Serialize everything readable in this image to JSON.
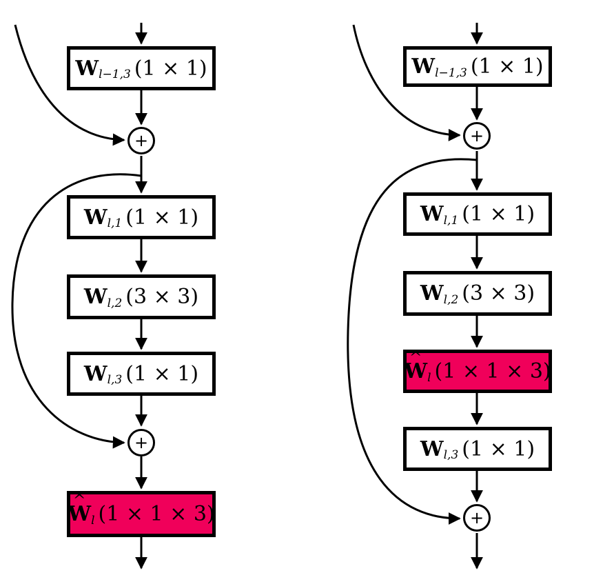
{
  "left_block": {
    "box1": {
      "symbol": "W",
      "subscript": "l−1,3",
      "kernel": "(1 × 1)"
    },
    "sum1": "+",
    "box2": {
      "symbol": "W",
      "subscript": "l,1",
      "kernel": "(1 × 1)"
    },
    "box3": {
      "symbol": "W",
      "subscript": "l,2",
      "kernel": "(3 × 3)"
    },
    "box4": {
      "symbol": "W",
      "subscript": "l,3",
      "kernel": "(1 × 1)"
    },
    "sum2": "+",
    "box5": {
      "symbol": "W",
      "hat": "^",
      "subscript": "l",
      "kernel": "(1 × 1 × 3)"
    }
  },
  "right_block": {
    "box1": {
      "symbol": "W",
      "subscript": "l−1,3",
      "kernel": "(1 × 1)"
    },
    "sum1": "+",
    "box2": {
      "symbol": "W",
      "subscript": "l,1",
      "kernel": "(1 × 1)"
    },
    "box3": {
      "symbol": "W",
      "subscript": "l,2",
      "kernel": "(3 × 3)"
    },
    "box4": {
      "symbol": "W",
      "hat": "^",
      "subscript": "l",
      "kernel": "(1 × 1 × 3)"
    },
    "box5": {
      "symbol": "W",
      "subscript": "l,3",
      "kernel": "(1 × 1)"
    },
    "sum2": "+"
  },
  "colors": {
    "highlight": "#f0005a",
    "stroke": "#000000",
    "fill": "#ffffff"
  }
}
